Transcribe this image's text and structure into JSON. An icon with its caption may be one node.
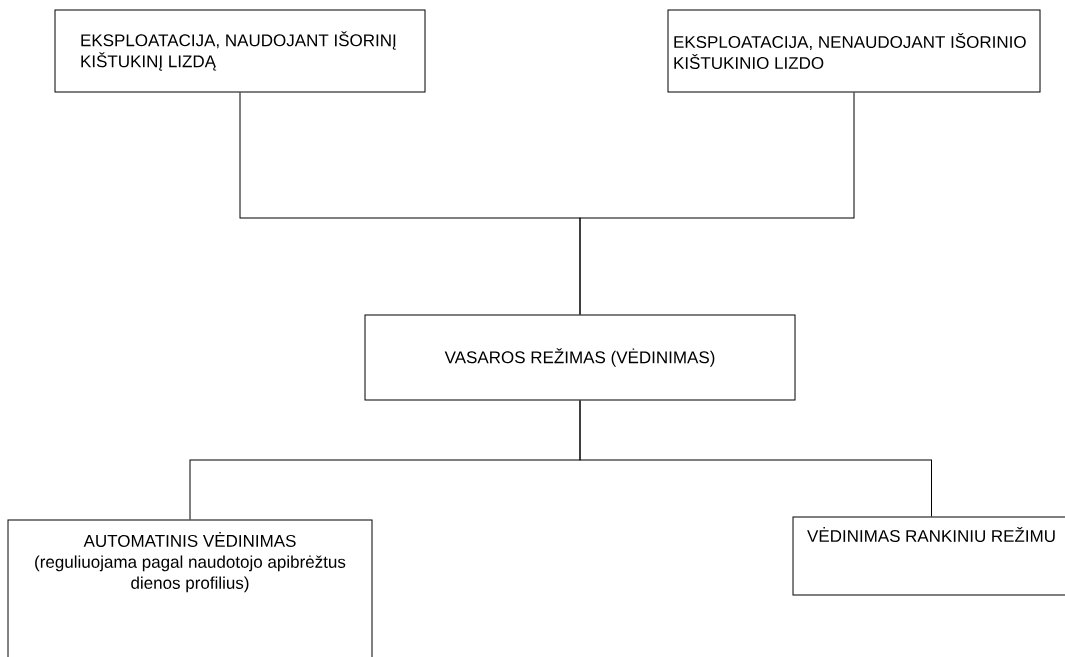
{
  "diagram": {
    "nodes": [
      {
        "text": [
          "EKSPLOATACIJA, NAUDOJANT IŠORINĮ KIŠTUKINĮ LIZDĄ"
        ]
      },
      {
        "text": [
          "EKSPLOATACIJA, NENAUDOJANT IŠORINIO KIŠTUKINIO LIZDO"
        ]
      },
      {
        "text": [
          "VASAROS REŽIMAS (VĖDINIMAS)"
        ]
      },
      {
        "text": [
          "AUTOMATINIS VĖDINIMAS",
          "(reguliuojama pagal naudotojo apibrėžtus dienos profilius)"
        ]
      },
      {
        "text": [
          "VĖDINIMAS RANKINIU REŽIMU"
        ]
      }
    ],
    "edges": [
      {
        "from": 0,
        "to": 2,
        "arrow": "none"
      },
      {
        "from": 1,
        "to": 2,
        "arrow": "none"
      },
      {
        "from": 2,
        "to": 3,
        "arrow": "none"
      },
      {
        "from": 2,
        "to": 4,
        "arrow": "none"
      }
    ]
  }
}
